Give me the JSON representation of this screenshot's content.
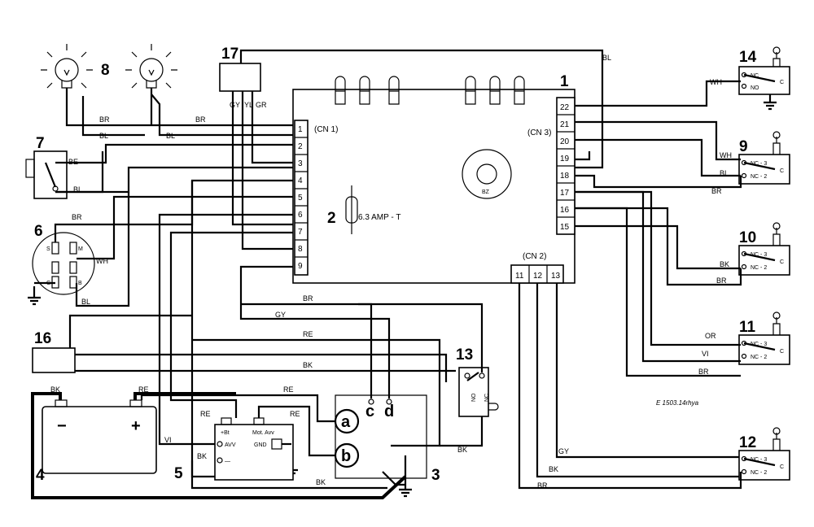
{
  "callouts": {
    "n1": "1",
    "n2": "2",
    "n3": "3",
    "n4": "4",
    "n5": "5",
    "n6": "6",
    "n7": "7",
    "n8": "8",
    "n9": "9",
    "n10": "10",
    "n11": "11",
    "n12": "12",
    "n13": "13",
    "n14": "14",
    "n16": "16",
    "n17": "17"
  },
  "control_unit": {
    "cn1": "(CN 1)",
    "cn2": "(CN 2)",
    "cn3": "(CN 3)",
    "cn1_pins": [
      "1",
      "2",
      "3",
      "4",
      "5",
      "6",
      "7",
      "8",
      "9"
    ],
    "cn3_pins": [
      "22",
      "21",
      "20",
      "19",
      "18",
      "17",
      "16",
      "15"
    ],
    "cn2_pins": [
      "11",
      "12",
      "13"
    ],
    "buzzer": "BZ"
  },
  "fuse": {
    "label": "6.3 AMP - T"
  },
  "battery": {
    "minus": "−",
    "plus": "+"
  },
  "relay_5": {
    "bt": "+Bt",
    "avv": "AVV",
    "mot_avv": "Mot. Avv",
    "gnd": "GND",
    "dash": "—"
  },
  "motor_3": {
    "a": "a",
    "b": "b",
    "c": "c",
    "d": "d"
  },
  "switch_contacts": {
    "nc": "NC",
    "no": "NO",
    "c": "C",
    "nc3": "NC - 3",
    "nc2": "NC - 2"
  },
  "key_switch_6": {
    "s": "S",
    "m": "M",
    "g": "G",
    "b": "B"
  },
  "wire_labels": {
    "bl": "BL",
    "br": "BR",
    "be": "BE",
    "wh": "WH",
    "gy": "GY",
    "yl": "YL",
    "gr": "GR",
    "re": "RE",
    "bk": "BK",
    "or": "OR",
    "vi": "VI"
  },
  "reference": "E 1503.14rhya"
}
